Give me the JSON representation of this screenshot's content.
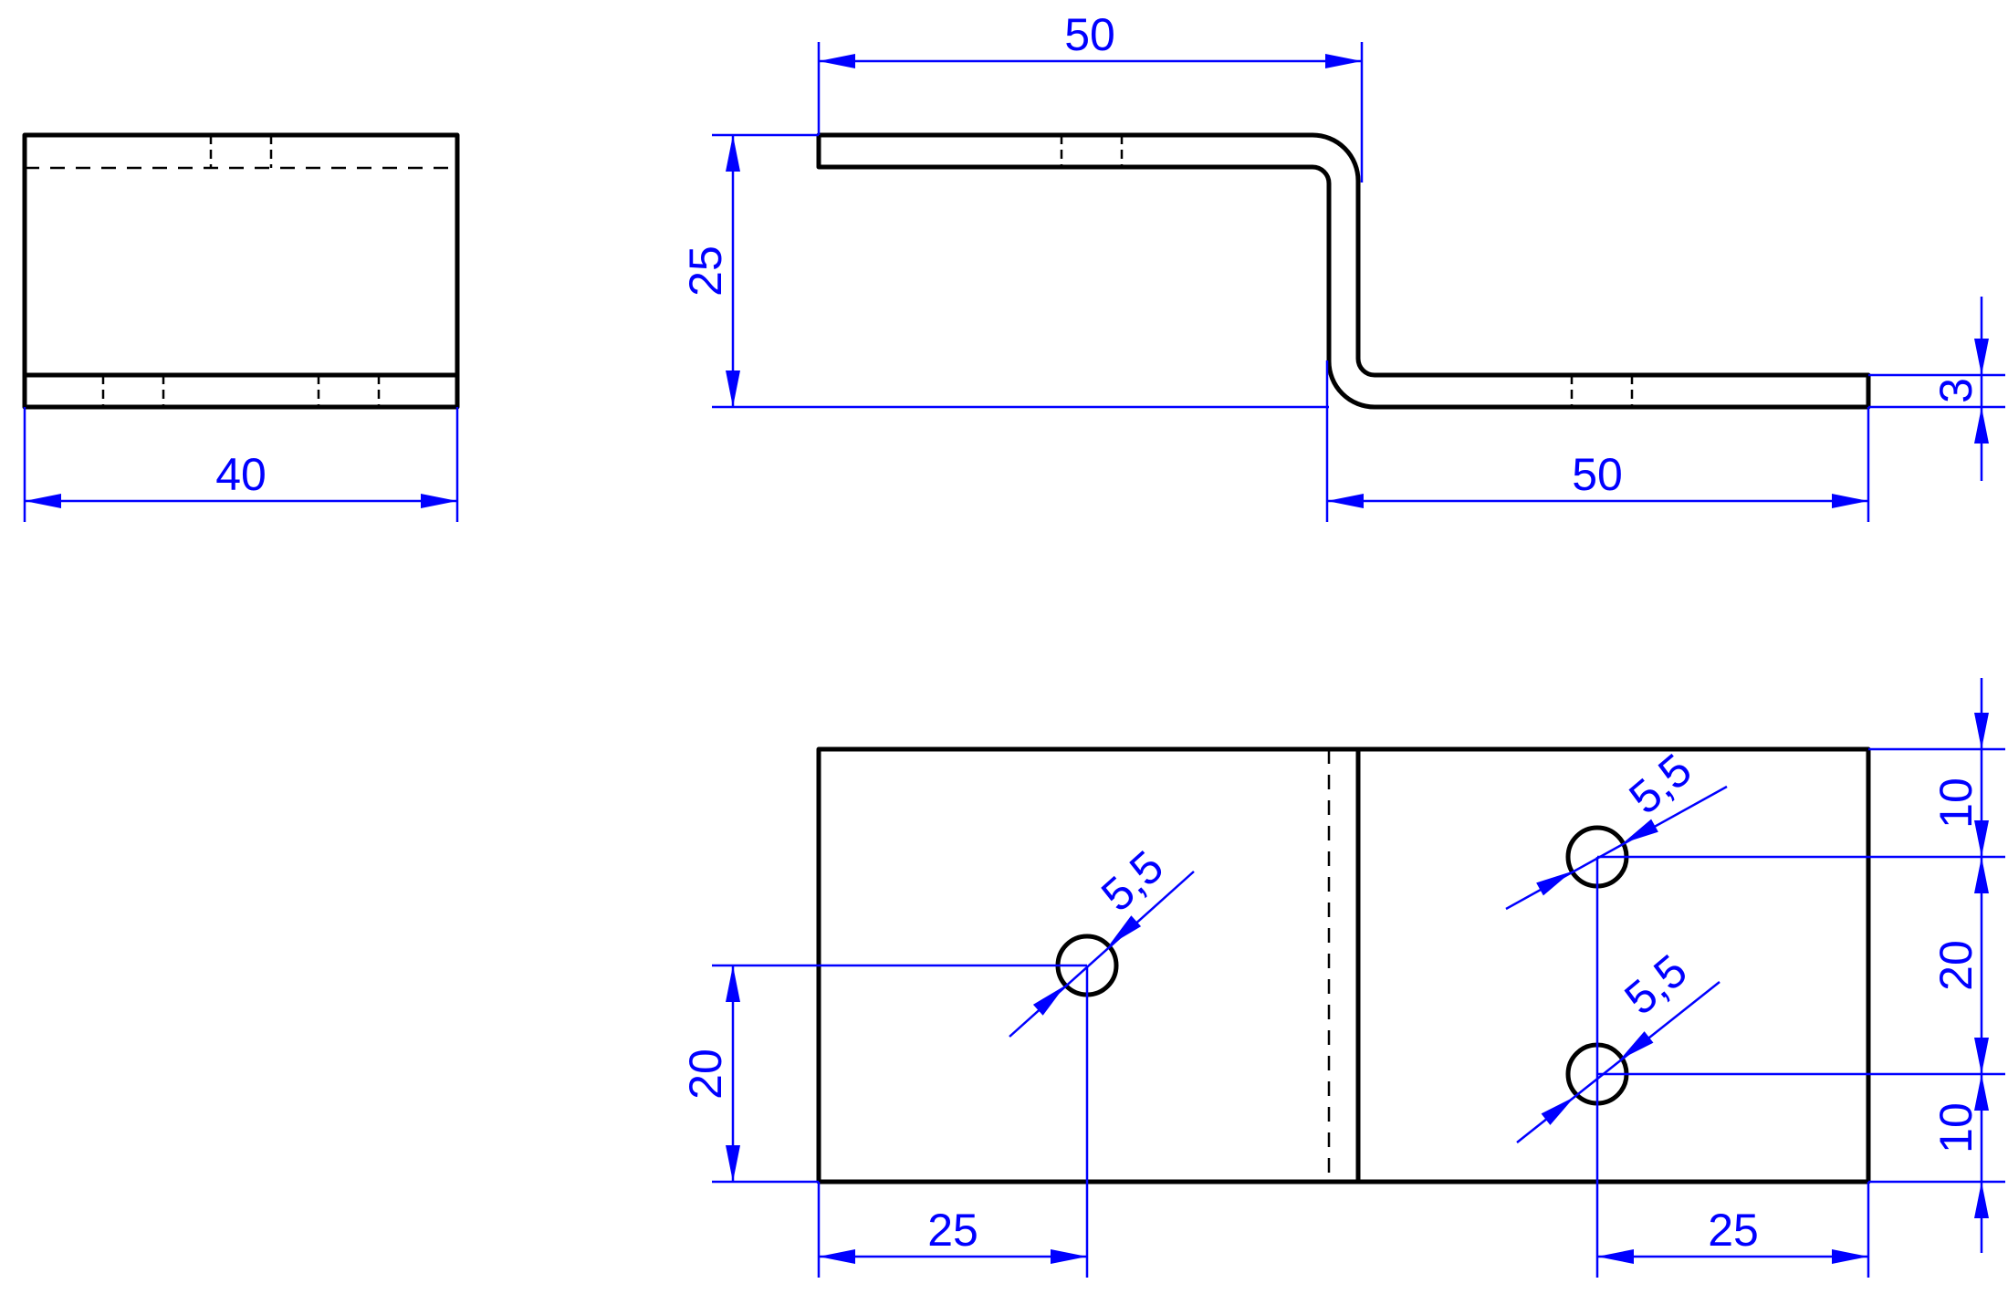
{
  "drawing": {
    "line_color": "#000000",
    "dimension_color": "#0000ff",
    "background": "#ffffff"
  },
  "side_view": {
    "width_label": "40"
  },
  "front_view": {
    "top_flange_label": "50",
    "height_label": "25",
    "bottom_flange_label": "50",
    "thickness_label": "3"
  },
  "top_view": {
    "left_hole_diameter": "5,5",
    "left_hole_y_label": "20",
    "left_hole_x_label": "25",
    "right_upper_hole_diameter": "5,5",
    "right_lower_hole_diameter": "5,5",
    "right_hole_x_label": "25",
    "edge_to_upper_hole_label": "10",
    "hole_spacing_label": "20",
    "lower_hole_to_edge_label": "10"
  }
}
